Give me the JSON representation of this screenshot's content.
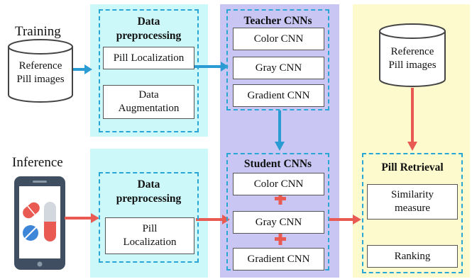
{
  "training": {
    "label": "Training",
    "db": "Reference\nPill images"
  },
  "inference": {
    "label": "Inference"
  },
  "preproc_top": {
    "title": "Data\npreprocessing",
    "step1": "Pill Localization",
    "step2": "Data\nAugmentation"
  },
  "preproc_bottom": {
    "title": "Data\npreprocessing",
    "step1": "Pill\nLocalization"
  },
  "teacher": {
    "title": "Teacher CNNs",
    "items": [
      "Color CNN",
      "Gray CNN",
      "Gradient CNN"
    ]
  },
  "student": {
    "title": "Student CNNs",
    "items": [
      "Color CNN",
      "Gray CNN",
      "Gradient CNN"
    ]
  },
  "retrieval": {
    "db": "Reference\nPill images",
    "title": "Pill Retrieval",
    "step1": "Similarity\nmeasure",
    "step2": "Ranking"
  },
  "colors": {
    "cyan_panel": "#cdf8f9",
    "purple_panel": "#c9c6f3",
    "yellow_panel": "#fdfbce",
    "dash": "#2aa6d6",
    "arrow_blue": "#2a9bd3",
    "arrow_red": "#e85a52",
    "phone_body": "#3f4f61"
  }
}
